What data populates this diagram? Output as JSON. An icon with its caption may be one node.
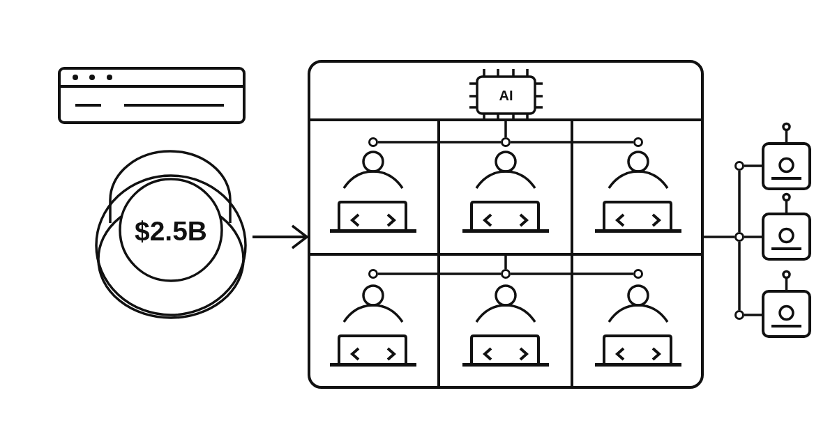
{
  "diagram": {
    "nodes": [
      {
        "text": [
          "$2.5B"
        ]
      },
      {
        "text": [],
        "shape": "box"
      },
      {
        "text": [
          "AI"
        ],
        "in": 1
      },
      {
        "text": [],
        "shape": "circle",
        "in": 1
      },
      {
        "text": [],
        "shape": "circle",
        "in": 1
      },
      {
        "text": [],
        "shape": "circle",
        "in": 1
      },
      {
        "text": [],
        "shape": "circle",
        "in": 1
      },
      {
        "text": [],
        "shape": "circle",
        "in": 1
      },
      {
        "text": [],
        "shape": "circle",
        "in": 1
      },
      {
        "text": [],
        "shape": "circle"
      },
      {
        "text": [],
        "shape": "circle"
      },
      {
        "text": [],
        "shape": "circle"
      },
      {
        "text": [],
        "shape": "picture"
      },
      {
        "text": [],
        "shape": "picture"
      },
      {
        "text": [],
        "shape": "picture"
      }
    ],
    "edges": [
      {
        "from": 0,
        "to": 1,
        "arrow": "to"
      },
      {
        "from": 2,
        "to": 4,
        "arrow": "none"
      },
      {
        "from": 4,
        "to": 3,
        "arrow": "none"
      },
      {
        "from": 4,
        "to": 5,
        "arrow": "none"
      },
      {
        "from": null,
        "to": 7,
        "arrow": "none"
      },
      {
        "from": 7,
        "to": 6,
        "arrow": "none"
      },
      {
        "from": 7,
        "to": 8,
        "arrow": "none"
      },
      {
        "from": 1,
        "to": 10,
        "arrow": "none"
      },
      {
        "from": 10,
        "to": 9,
        "arrow": "none"
      },
      {
        "from": 10,
        "to": 11,
        "arrow": "none"
      },
      {
        "from": 9,
        "to": 12,
        "arrow": "none"
      },
      {
        "from": 10,
        "to": 13,
        "arrow": "none"
      },
      {
        "from": 11,
        "to": 14,
        "arrow": "none"
      }
    ]
  }
}
